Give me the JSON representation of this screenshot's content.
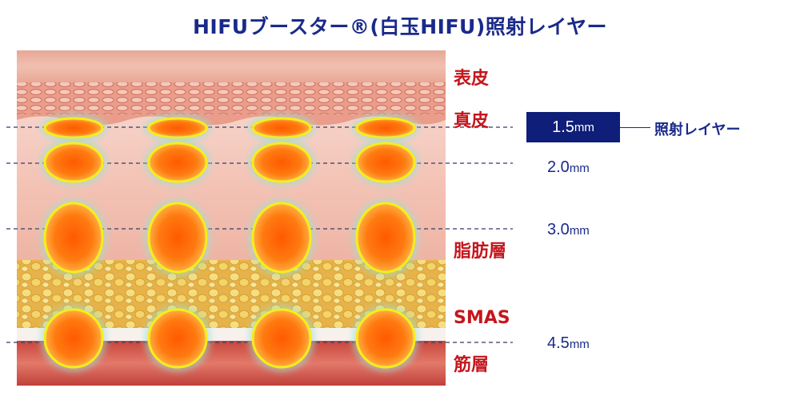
{
  "title": "HIFUブースター®(白玉HIFU)照射レイヤー",
  "layers": [
    {
      "key": "epidermis",
      "label": "表皮"
    },
    {
      "key": "dermis",
      "label": "真皮"
    },
    {
      "key": "fat",
      "label": "脂肪層"
    },
    {
      "key": "smas",
      "label": "SMAS"
    },
    {
      "key": "muscle",
      "label": "筋層"
    }
  ],
  "depths": [
    {
      "value": "1.5",
      "unit": "mm",
      "highlighted": true
    },
    {
      "value": "2.0",
      "unit": "mm",
      "highlighted": false
    },
    {
      "value": "3.0",
      "unit": "mm",
      "highlighted": false
    },
    {
      "value": "4.5",
      "unit": "mm",
      "highlighted": false
    }
  ],
  "callout": "照射レイヤー",
  "colors": {
    "title": "#1a2a8a",
    "layer_label": "#c4161c",
    "highlight_box": "#0f1e78",
    "focal_fill": "#ff6a00",
    "focal_outline": "#f4ee1c"
  }
}
